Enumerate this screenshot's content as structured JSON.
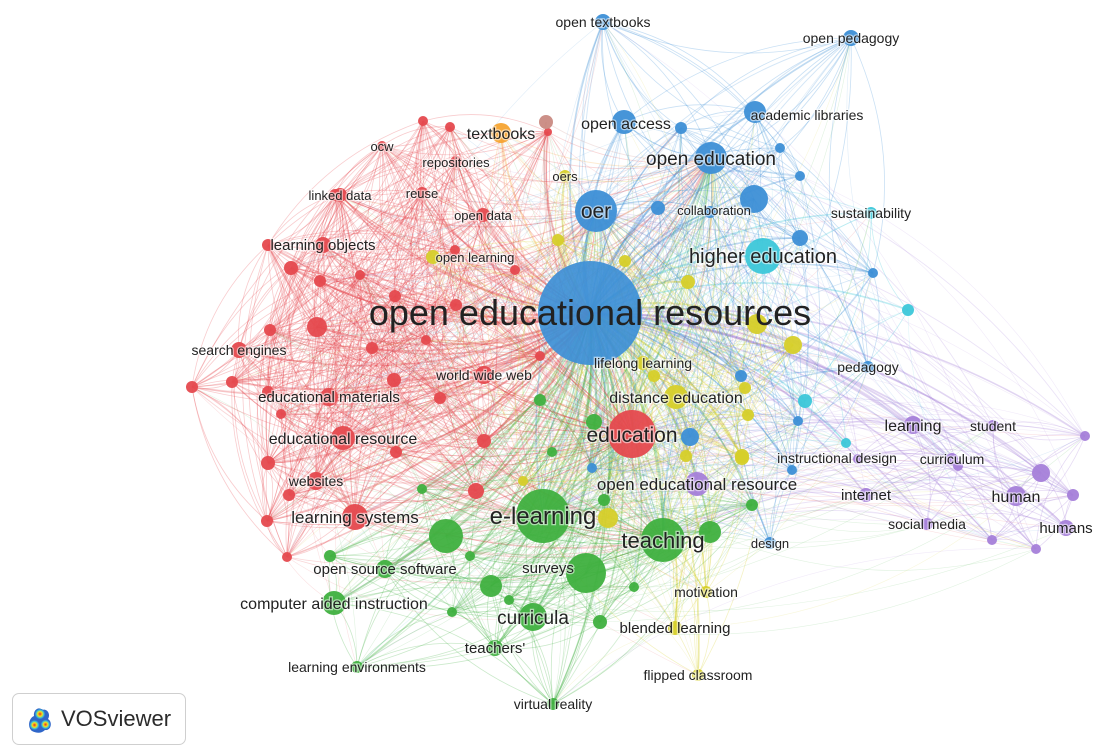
{
  "app": {
    "name": "VOSviewer",
    "logo_icon": "vosviewer-density-logo-icon"
  },
  "colors": {
    "red": "#e5494e",
    "green": "#3fb03f",
    "blue": "#3d8fd6",
    "yellow": "#d6cf2a",
    "purple": "#a57fd9",
    "cyan": "#3cc7d9",
    "orange": "#f5a432",
    "brown": "#c98a82"
  },
  "clusters": {
    "red": [
      "ocw",
      "repositories",
      "linked data",
      "reuse",
      "open data",
      "learning objects",
      "search engines",
      "educational materials",
      "educational resource",
      "websites",
      "learning systems",
      "education",
      "world wide web"
    ],
    "green": [
      "e-learning",
      "teaching",
      "surveys",
      "open source software",
      "computer aided instruction",
      "curricula",
      "teachers'",
      "learning environments",
      "virtual reality"
    ],
    "blue": [
      "open textbooks",
      "open pedagogy",
      "academic libraries",
      "open access",
      "open education",
      "oer",
      "collaboration",
      "open educational resources",
      "pedagogy",
      "design"
    ],
    "yellow": [
      "oers",
      "open learning",
      "lifelong learning",
      "distance education",
      "instructional design",
      "motivation",
      "blended learning",
      "flipped classroom"
    ],
    "purple": [
      "learning",
      "student",
      "curriculum",
      "internet",
      "human",
      "social media",
      "humans",
      "open educational resource"
    ],
    "cyan": [
      "higher education",
      "sustainability"
    ],
    "orange": [
      "textbooks"
    ]
  }
}
